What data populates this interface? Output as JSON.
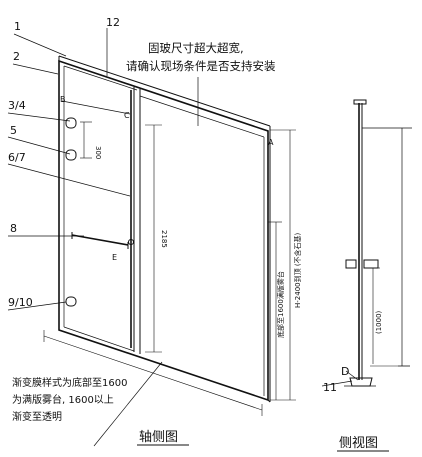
{
  "callouts": {
    "c1": "1",
    "c2": "2",
    "c12": "12",
    "c34": "3/4",
    "c5": "5",
    "c67": "6/7",
    "c8": "8",
    "c910": "9/10",
    "c11": "11"
  },
  "point_letters": {
    "A": "A",
    "B": "B",
    "C": "C",
    "D": "D",
    "E": "E"
  },
  "top_note": {
    "line1": "固玻尺寸超大超宽,",
    "line2": "请确认现场条件是否支持安装"
  },
  "bottom_note": {
    "line1": "渐变膜样式为底部至1600",
    "line2": "为满版雾台, 1600以上",
    "line3": "渐变至透明"
  },
  "dimensions": {
    "d300": "300",
    "d2185": "2185",
    "frost_1600": "底部至1600满版雾台",
    "h2400": "H-2400到顶 (不含石基)",
    "d1000": "(1000)"
  },
  "views": {
    "axonometric": "轴侧图",
    "side": "侧视图"
  }
}
